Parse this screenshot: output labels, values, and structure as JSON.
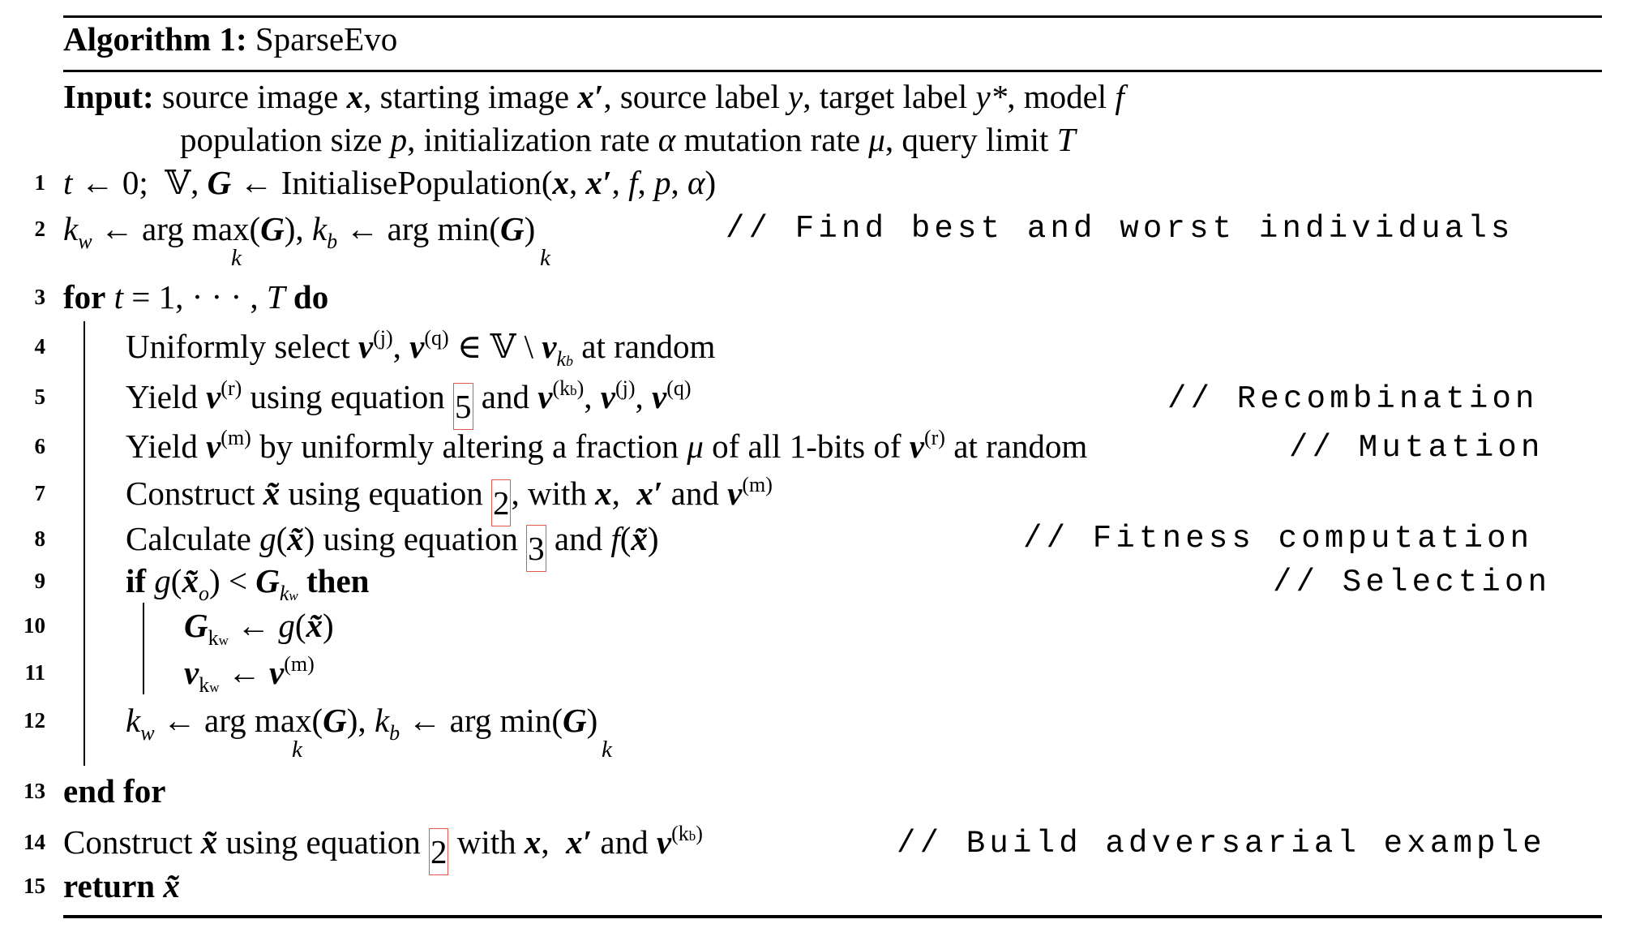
{
  "algorithm": {
    "label": "Algorithm 1:",
    "name": "SparseEvo"
  },
  "input": {
    "label": "Input:",
    "line1": [
      "source image ",
      "x",
      ", starting image ",
      "x′",
      ", source label ",
      "y",
      ", target label ",
      "y*",
      ", model ",
      "f"
    ],
    "line2": [
      "population size ",
      "p",
      ", initialization rate ",
      "α",
      " mutation rate ",
      "μ",
      ", query limit ",
      "T"
    ]
  },
  "lines": [
    {
      "num": "1",
      "text": "t ← 0; 𝕍, G ← InitialisePopulation(x, x′, f, p, α)"
    },
    {
      "num": "2",
      "text": "k_w ← arg max_k(G), k_b ← arg min_k(G)",
      "comment": "// Find best and worst individuals"
    },
    {
      "num": "3",
      "text": "for t = 1, ··· , T do"
    },
    {
      "num": "4",
      "text": "Uniformly select v(j), v(q) ∈ 𝕍 \\ v_kb at random"
    },
    {
      "num": "5",
      "text": "Yield v(r) using equation 5 and v(kb), v(j), v(q)",
      "comment": "// Recombination",
      "ref": "5"
    },
    {
      "num": "6",
      "text": "Yield v(m) by uniformly altering a fraction μ of all 1-bits of v(r) at random",
      "comment": "// Mutation"
    },
    {
      "num": "7",
      "text": "Construct x̃ using equation 2, with x, x′ and v(m)",
      "ref": "2"
    },
    {
      "num": "8",
      "text": "Calculate g(x̃) using equation 3 and f(x̃)",
      "comment": "// Fitness computation",
      "ref": "3"
    },
    {
      "num": "9",
      "text": "if g(x̃_o) < G_kw then",
      "comment": "// Selection"
    },
    {
      "num": "10",
      "text": "G_kw ← g(x̃)"
    },
    {
      "num": "11",
      "text": "v_kw ← v(m)"
    },
    {
      "num": "12",
      "text": "k_w ← arg max_k(G), k_b ← arg min_k(G)"
    },
    {
      "num": "13",
      "text": "end for"
    },
    {
      "num": "14",
      "text": "Construct x̃ using equation 2 with x, x′ and v(kb)",
      "comment": "// Build adversarial example",
      "ref": "2"
    },
    {
      "num": "15",
      "text": "return x̃"
    }
  ],
  "words": {
    "for": "for",
    "do": "do",
    "if": "if",
    "then": "then",
    "end_for": "end for",
    "return": "return",
    "uniformly_select": "Uniformly select ",
    "at_random": " at random",
    "yield": "Yield ",
    "using_equation": " using equation ",
    "and": " and ",
    "by_uniformly": " by uniformly altering a fraction ",
    "of_all": " of all 1-bits of ",
    "construct": "Construct ",
    "with": " with ",
    "with_comma": ", with ",
    "calculate": "Calculate ",
    "initialise": "InitialisePopulation",
    "arg": "arg",
    "max": "max",
    "min": "min"
  },
  "refs": {
    "eq5": "5",
    "eq2a": "2",
    "eq3": "3",
    "eq2b": "2"
  },
  "comments": {
    "l2": "// Find best and worst individuals",
    "l5": "// Recombination",
    "l6": "// Mutation",
    "l8": "// Fitness computation",
    "l9": "// Selection",
    "l14": "// Build adversarial example"
  },
  "colors": {
    "ref_box": "#e2594b",
    "text": "#000000",
    "background": "#ffffff"
  }
}
